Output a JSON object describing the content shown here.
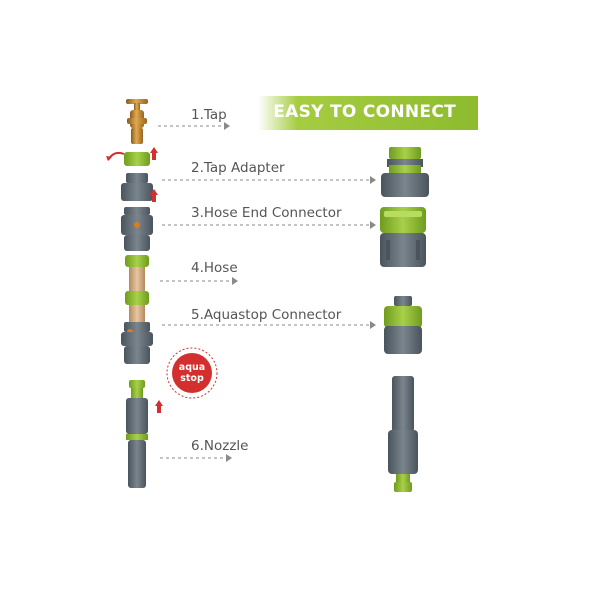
{
  "banner": {
    "title": "EASY TO CONNECT"
  },
  "steps": [
    {
      "label": "1.Tap"
    },
    {
      "label": "2.Tap Adapter"
    },
    {
      "label": "3.Hose End Connector"
    },
    {
      "label": "4.Hose"
    },
    {
      "label": "5.Aquastop Connector"
    },
    {
      "label": "6.Nozzle"
    }
  ],
  "badge": {
    "line1": "aqua",
    "line2": "stop"
  },
  "colors": {
    "green": "#8dbb2e",
    "grey": "#5f6a72",
    "red": "#d32f2f",
    "brass": "#c8892f",
    "arrow": "#888888"
  }
}
